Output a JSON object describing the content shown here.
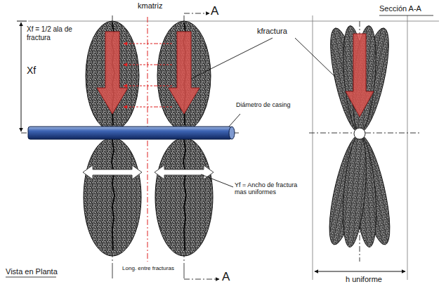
{
  "diagram": {
    "labels": [
      "kmatriz",
      "A",
      "Sección A-A",
      "kfractura",
      "Xf = 1/2 ala de fractura",
      "Xf",
      "Diámetro de casing",
      "Yf = Ancho de fractura mas uniformes",
      "Vista en Planta",
      "Long. entre fracturas",
      "A",
      "h uniforme"
    ]
  }
}
